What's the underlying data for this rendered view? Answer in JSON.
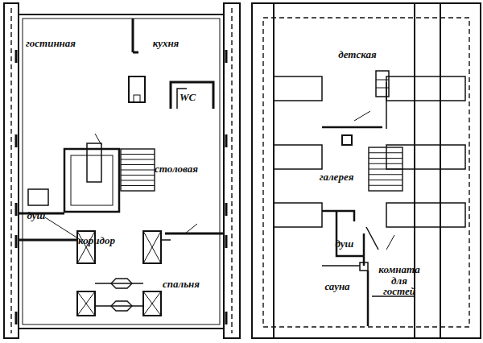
{
  "diagram": {
    "labels": [
      "гостинная",
      "кухня",
      "WC",
      "столовая",
      "душ",
      "коридор",
      "спальня",
      "детская",
      "галерея",
      "душ",
      "сауна",
      "комната для гостей"
    ]
  }
}
